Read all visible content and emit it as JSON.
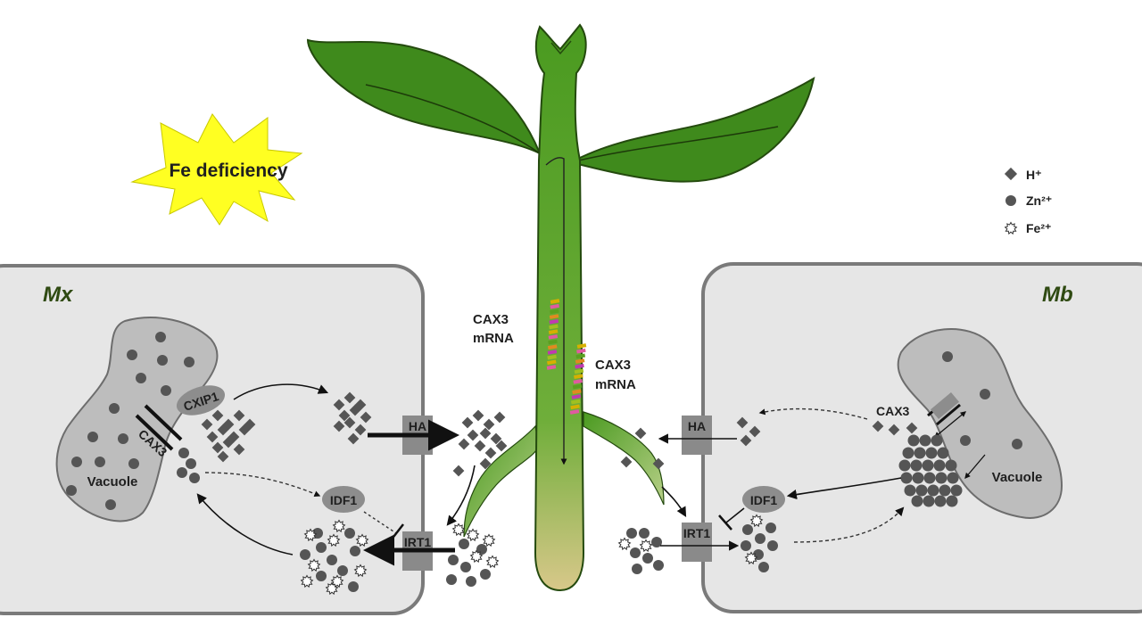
{
  "stress": {
    "label": "Fe deficiency"
  },
  "legend": {
    "h": "H⁺",
    "zn": "Zn²⁺",
    "fe": "Fe²⁺"
  },
  "left_cell": {
    "title": "Mx",
    "vacuole": "Vacuole",
    "cax3": "CAX3",
    "cxip1": "CXIP1",
    "ha": "HA",
    "idf1": "IDF1",
    "irt1": "IRT1"
  },
  "right_cell": {
    "title": "Mb",
    "vacuole": "Vacuole",
    "cax3": "CAX3",
    "ha": "HA",
    "idf1": "IDF1",
    "irt1": "IRT1"
  },
  "plant": {
    "mrna_left_1": "CAX3",
    "mrna_left_2": "mRNA",
    "mrna_right_1": "CAX3",
    "mrna_right_2": "mRNA"
  },
  "colors": {
    "plant_green": "#3f8a1c",
    "cell_fill": "#e6e6e6",
    "cell_border": "#7a7a7a",
    "vacuole_fill": "#bdbdbd",
    "ion_gray": "#555555",
    "star_yellow": "#ffff22"
  }
}
